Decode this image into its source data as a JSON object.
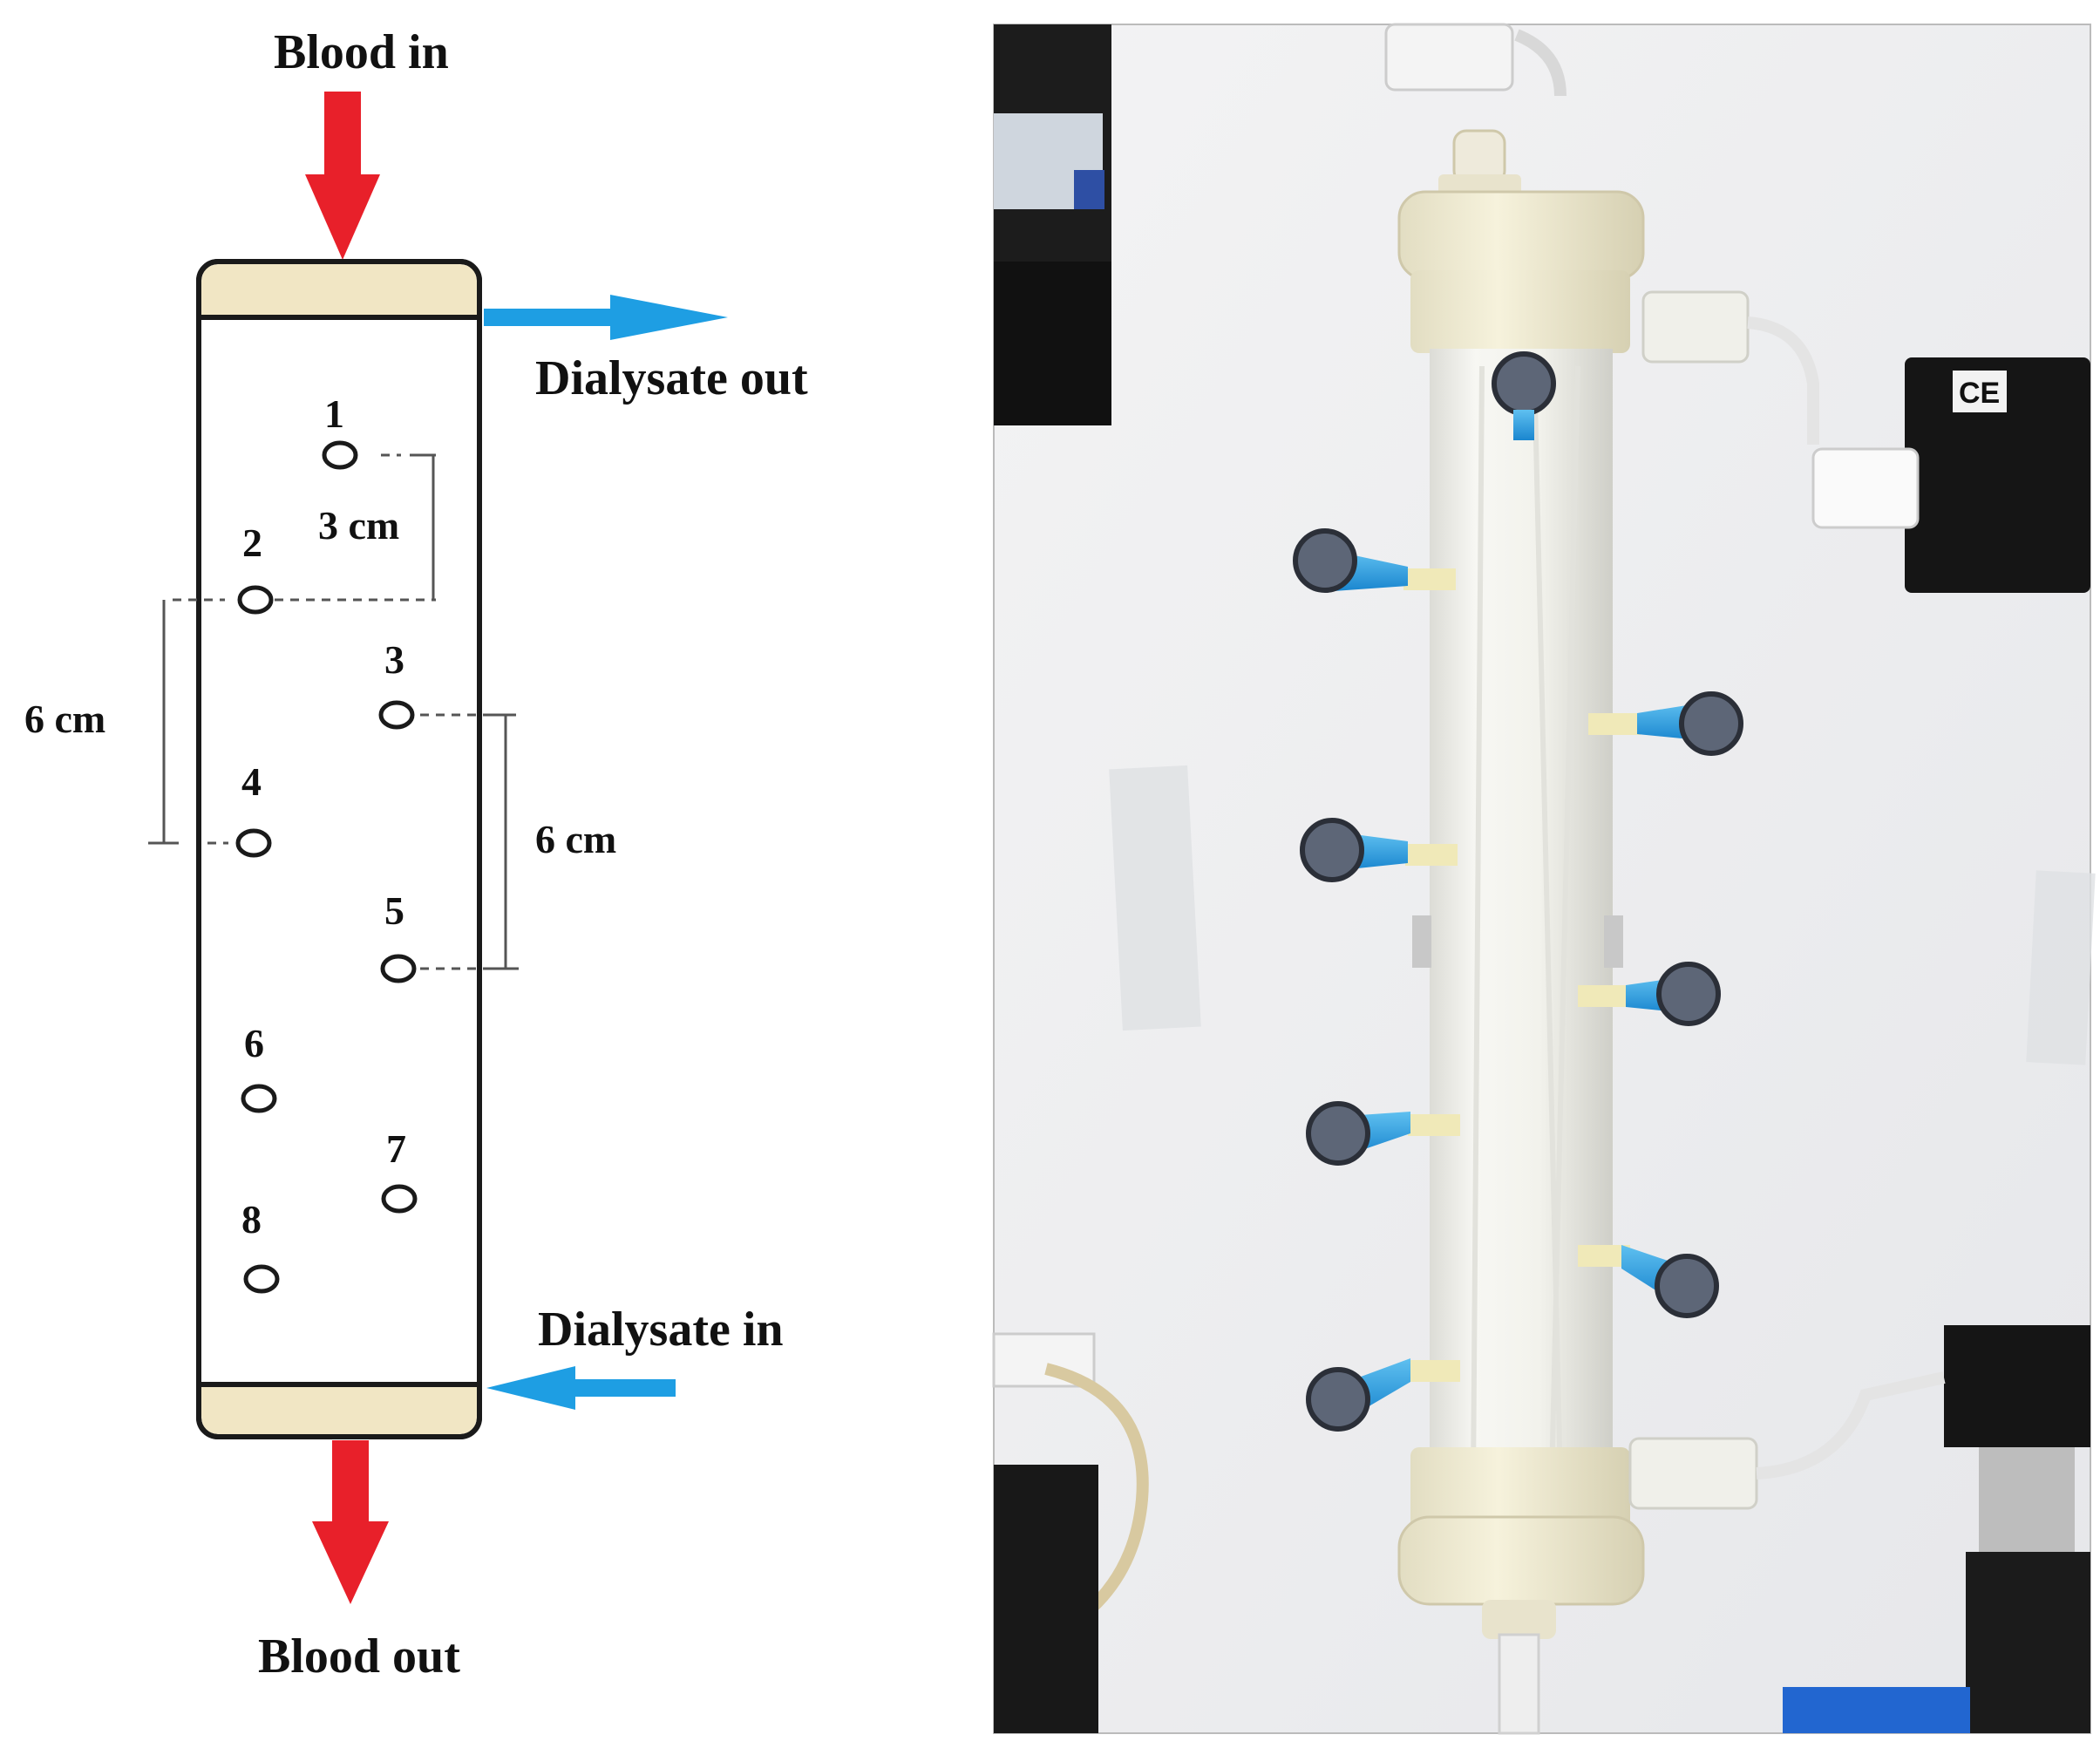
{
  "labels": {
    "blood_in": "Blood in",
    "blood_out": "Blood out",
    "dialysate_out": "Dialysate out",
    "dialysate_in": "Dialysate in"
  },
  "ports": [
    {
      "label": "1"
    },
    {
      "label": "2"
    },
    {
      "label": "3"
    },
    {
      "label": "4"
    },
    {
      "label": "5"
    },
    {
      "label": "6"
    },
    {
      "label": "7"
    },
    {
      "label": "8"
    }
  ],
  "measurements": {
    "spacing_1_2": "3 cm",
    "spacing_2_4": "6 cm",
    "spacing_3_5": "6 cm"
  },
  "colors": {
    "blood_arrow": "#e8202a",
    "dialysate_arrow": "#1e9ee3",
    "cap_fill": "#f1e6c4",
    "outline": "#1a1a1a"
  }
}
